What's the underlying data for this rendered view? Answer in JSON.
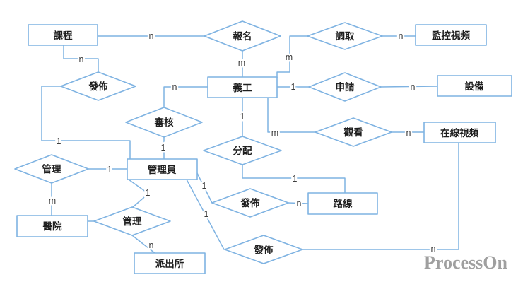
{
  "diagram": {
    "type": "er_diagram",
    "language": "zh-Hant",
    "nodes": {
      "course": {
        "kind": "entity",
        "label": "課程"
      },
      "surveillance_video": {
        "kind": "entity",
        "label": "監控視頻"
      },
      "volunteer": {
        "kind": "entity",
        "label": "義工"
      },
      "equipment": {
        "kind": "entity",
        "label": "設備"
      },
      "online_video": {
        "kind": "entity",
        "label": "在線視頻"
      },
      "admin": {
        "kind": "entity",
        "label": "管理員"
      },
      "hospital": {
        "kind": "entity",
        "label": "醫院"
      },
      "route": {
        "kind": "entity",
        "label": "路線"
      },
      "police_station": {
        "kind": "entity",
        "label": "派出所"
      },
      "signup": {
        "kind": "relationship",
        "label": "報名"
      },
      "retrieve": {
        "kind": "relationship",
        "label": "調取"
      },
      "publish_course": {
        "kind": "relationship",
        "label": "發佈"
      },
      "apply": {
        "kind": "relationship",
        "label": "申請"
      },
      "review": {
        "kind": "relationship",
        "label": "審核"
      },
      "watch": {
        "kind": "relationship",
        "label": "觀看"
      },
      "assign": {
        "kind": "relationship",
        "label": "分配"
      },
      "manage_hospital": {
        "kind": "relationship",
        "label": "管理"
      },
      "manage_police": {
        "kind": "relationship",
        "label": "管理"
      },
      "publish_route": {
        "kind": "relationship",
        "label": "發佈"
      },
      "publish_video": {
        "kind": "relationship",
        "label": "發佈"
      }
    },
    "edges": {
      "course__signup": {
        "cardinality": "n"
      },
      "signup__volunteer": {
        "cardinality": "m"
      },
      "course__publish_course": {
        "cardinality": "n"
      },
      "publish_course__admin": {
        "cardinality": "1"
      },
      "retrieve__volunteer": {
        "cardinality": "m"
      },
      "retrieve__surveillance_video": {
        "cardinality": "n"
      },
      "volunteer__apply": {
        "cardinality": "1"
      },
      "apply__equipment": {
        "cardinality": "n"
      },
      "review__volunteer": {
        "cardinality": "n"
      },
      "review__admin": {
        "cardinality": "1"
      },
      "volunteer__assign": {
        "cardinality": "1"
      },
      "volunteer__watch": {
        "cardinality": "m"
      },
      "watch__online_video": {
        "cardinality": "n"
      },
      "assign__route": {
        "cardinality": "1"
      },
      "manage_hospital__admin": {
        "cardinality": "1"
      },
      "manage_hospital__hospital": {
        "cardinality": "m"
      },
      "admin__manage_police": {
        "cardinality": "1"
      },
      "manage_police__police_station": {
        "cardinality": "n"
      },
      "admin__publish_route": {
        "cardinality": "1"
      },
      "publish_route__route": {
        "cardinality": "n"
      },
      "admin__publish_video": {
        "cardinality": "1"
      },
      "publish_video__online_video": {
        "cardinality": "n"
      }
    }
  },
  "watermark": {
    "text": "ProcessOn"
  },
  "colors": {
    "line": "#7fb3e2",
    "shape_fill": "#ffffff",
    "node_text": "#1e1e1e",
    "cardinality_text": "#3d3d3d",
    "watermark_text": "#9f9f9f",
    "frame": "#dcdcdc",
    "background": "#ffffff"
  }
}
